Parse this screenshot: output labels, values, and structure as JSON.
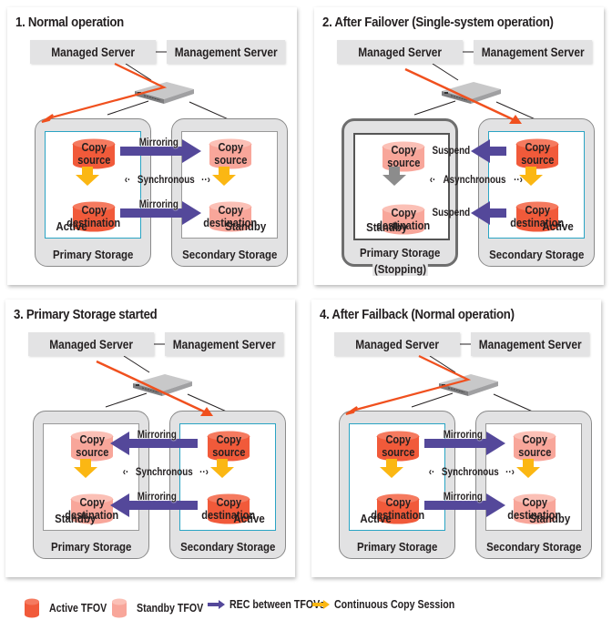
{
  "colors": {
    "active_volume": "#f15a3a",
    "standby_volume": "#f8a69a",
    "rec_arrow": "#54489a",
    "copy_session_arrow": "#fbb713",
    "stopped_copy_arrow": "#8c8c8c",
    "access_path": "#f0501e",
    "active_border": "#2aa4c4"
  },
  "common": {
    "managed_server": "Managed Server",
    "management_server": "Management Server",
    "primary_storage": "Primary  Storage",
    "secondary_storage": "Secondary Storage",
    "stopping": "(Stopping)",
    "active": "Active",
    "standby": "Standby",
    "copy": "Copy",
    "source": "source",
    "destination": "destination"
  },
  "panels": [
    {
      "title": "1. Normal operation",
      "access_target": "primary",
      "primary_state": "Active",
      "secondary_state": "Standby",
      "rec_direction": "primary-to-secondary",
      "rec_label_top": "Mirroring",
      "rec_label_bottom": "Mirroring",
      "mode_label": "Synchronous"
    },
    {
      "title": "2. After Failover (Single-system operation)",
      "access_target": "secondary",
      "primary_state": "Standby",
      "secondary_state": "Active",
      "primary_stopping": true,
      "rec_direction": "secondary-to-primary-suspended",
      "rec_label_top": "Suspend",
      "rec_label_bottom": "Suspend",
      "mode_label": "Asynchronous"
    },
    {
      "title": "3. Primary Storage started",
      "access_target": "secondary",
      "primary_state": "Standby",
      "secondary_state": "Active",
      "rec_direction": "secondary-to-primary",
      "rec_label_top": "Mirroring",
      "rec_label_bottom": "Mirroring",
      "mode_label": "Synchronous"
    },
    {
      "title": "4. After Failback (Normal operation)",
      "access_target": "primary",
      "primary_state": "Active",
      "secondary_state": "Standby",
      "rec_direction": "primary-to-secondary",
      "rec_label_top": "Mirroring",
      "rec_label_bottom": "Mirroring",
      "mode_label": "Synchronous"
    }
  ],
  "legend": {
    "active_tfov": "Active TFOV",
    "standby_tfov": "Standby TFOV",
    "rec": "REC between TFOVs",
    "copy_session": "Continuous Copy Session"
  }
}
